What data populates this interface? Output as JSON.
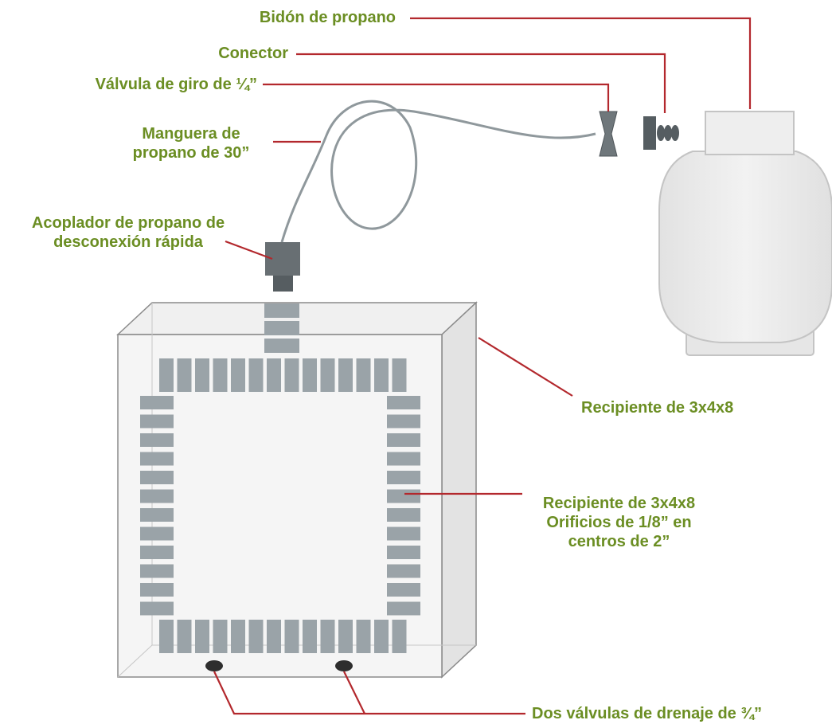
{
  "labels": {
    "propane_tank": "Bidón de propano",
    "connector": "Conector",
    "swivel_valve": "Válvula de giro de ¼”",
    "hose_line1": "Manguera de",
    "hose_line2": "propano de 30”",
    "coupler_line1": "Acoplador de propano de",
    "coupler_line2": "desconexión rápida",
    "container": "Recipiente de 3x4x8",
    "holes_line1": "Recipiente de 3x4x8",
    "holes_line2": "Orificios de 1/8” en",
    "holes_line3": "centros de 2”",
    "drain_valves": "Dos válvulas de drenaje de ¾”"
  },
  "colors": {
    "label_text": "#6b8e23",
    "leader_line": "#b3282d",
    "hole": "#9aa3a8",
    "tank": "#ececec"
  }
}
